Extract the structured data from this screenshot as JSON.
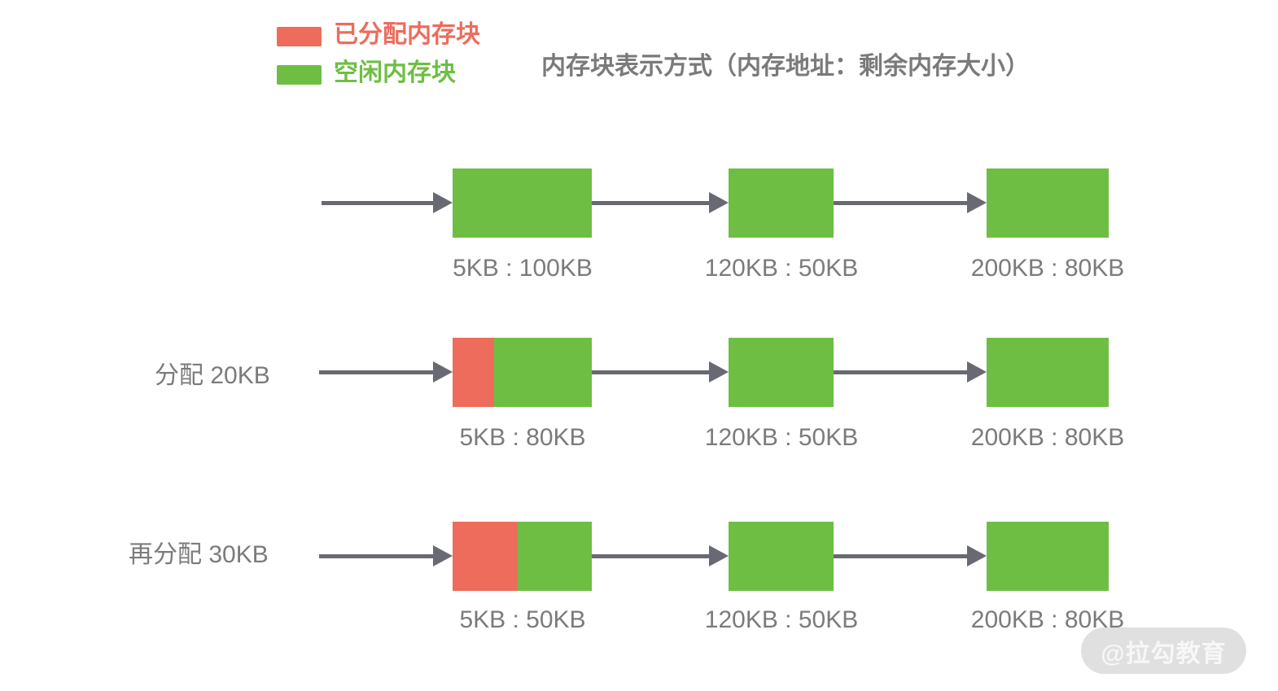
{
  "header": {
    "title": "内存块表示方式（内存地址：剩余内存大小）"
  },
  "legend": {
    "items": [
      {
        "name": "allocated",
        "label": "已分配内存块",
        "color": "#ed6c5c"
      },
      {
        "name": "free",
        "label": "空闲内存块",
        "color": "#6ebe44"
      }
    ]
  },
  "colors": {
    "allocated": "#ed6c5c",
    "free": "#6ebe44",
    "arrow": "#696973",
    "text": "#7b7b7b"
  },
  "rows": [
    {
      "action_label": "",
      "blocks": [
        {
          "address_label": "5KB : 100KB",
          "allocated_width": "0%"
        },
        {
          "address_label": "120KB : 50KB",
          "allocated_width": "0%"
        },
        {
          "address_label": "200KB : 80KB",
          "allocated_width": "0%"
        }
      ]
    },
    {
      "action_label": "分配 20KB",
      "blocks": [
        {
          "address_label": "5KB : 80KB",
          "allocated_width": "30%"
        },
        {
          "address_label": "120KB : 50KB",
          "allocated_width": "0%"
        },
        {
          "address_label": "200KB : 80KB",
          "allocated_width": "0%"
        }
      ]
    },
    {
      "action_label": "再分配 30KB",
      "blocks": [
        {
          "address_label": "5KB : 50KB",
          "allocated_width": "47%"
        },
        {
          "address_label": "120KB : 50KB",
          "allocated_width": "0%"
        },
        {
          "address_label": "200KB : 80KB",
          "allocated_width": "0%"
        }
      ]
    }
  ],
  "watermark": {
    "text": "@拉勾教育"
  }
}
